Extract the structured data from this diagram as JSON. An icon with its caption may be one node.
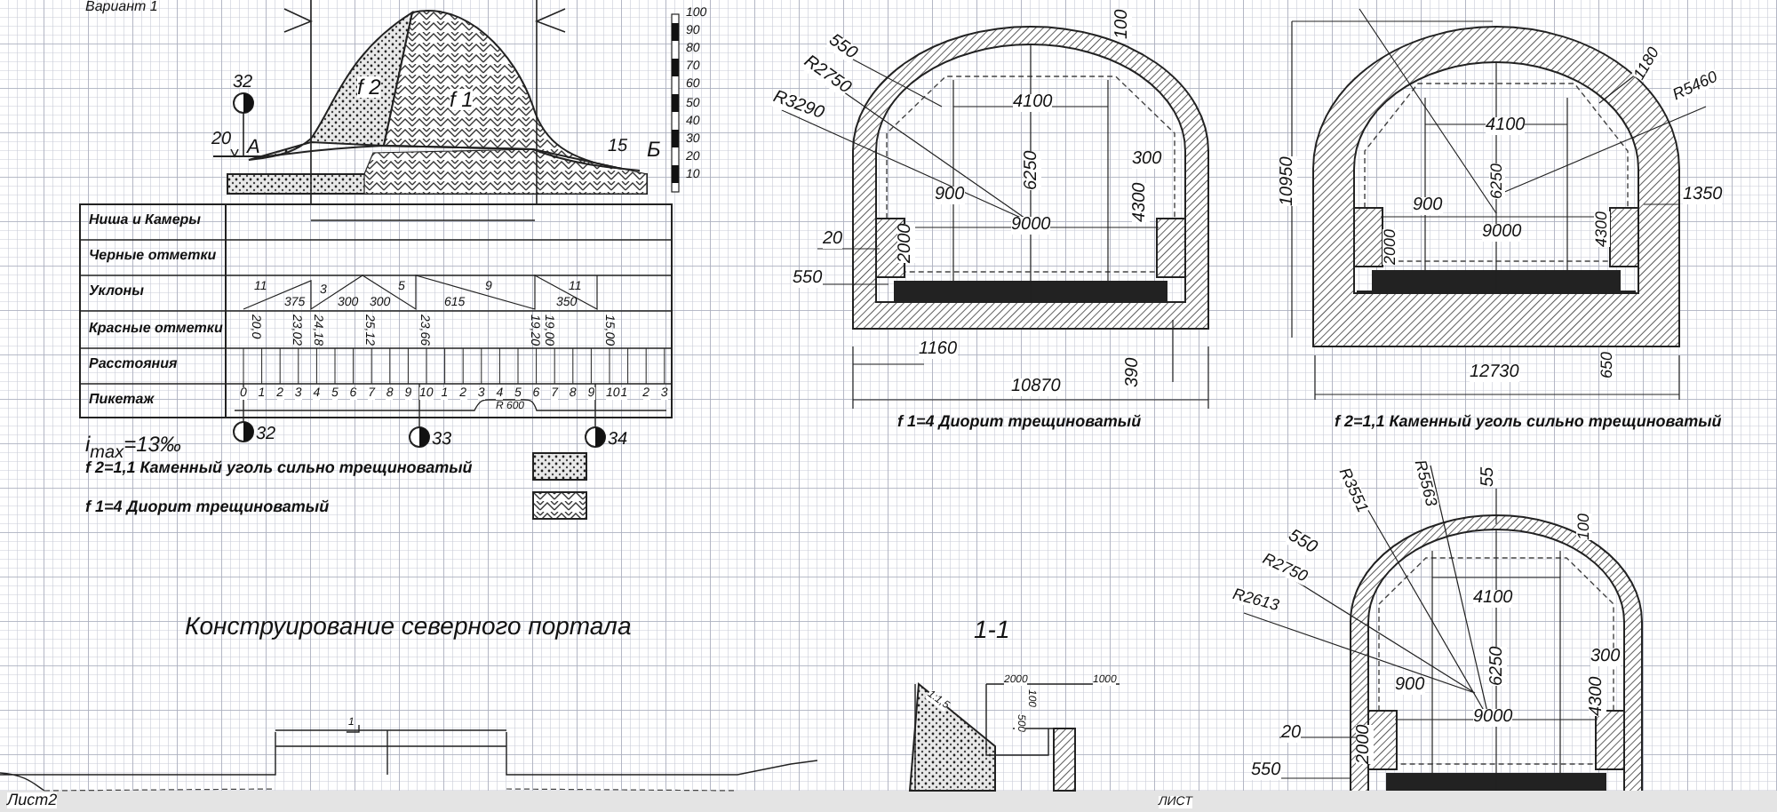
{
  "diagram": {
    "title": "Конструирование северного портала",
    "labels": [
      "Вариант 1",
      "32",
      "20",
      "А",
      "f 2",
      "f 1",
      "15",
      "Б",
      "100",
      "90",
      "80",
      "70",
      "60",
      "50",
      "40",
      "30",
      "20",
      "10",
      "Ниша и Камеры",
      "Черные отметки",
      "Уклоны",
      "Красные отметки",
      "Расстояния",
      "Пикетаж",
      "11",
      "375",
      "3",
      "300",
      "300",
      "5",
      "615",
      "9",
      "11",
      "350",
      "20,0",
      "23,02",
      "24,18",
      "25,12",
      "23,66",
      "19,20",
      "19,00",
      "15,00",
      "0",
      "1",
      "2",
      "3",
      "4",
      "5",
      "6",
      "7",
      "8",
      "9",
      "10",
      "1",
      "2",
      "3",
      "4",
      "5",
      "6",
      "7",
      "8",
      "9",
      "10",
      "1",
      "2",
      "3",
      "R 600",
      "32",
      "33",
      "34",
      "i$_{max}$=13‰",
      "1-1",
      "2000",
      "1000",
      "100",
      "500",
      "1:1,5",
      "1",
      "550",
      "R2750",
      "R3290",
      "4100",
      "6250",
      "300",
      "900",
      "9000",
      "4300",
      "20",
      "2000",
      "550",
      "1160",
      "390",
      "10870",
      "100",
      "f 1=4 Диорит трещиноватый",
      "1180",
      "R5460",
      "4100",
      "6250",
      "900",
      "9000",
      "1350",
      "4300",
      "2000",
      "10950",
      "12730",
      "650",
      "f 2=1,1 Каменный уголь сильно трещиноватый",
      "R3551",
      "R5563",
      "55",
      "100",
      "550",
      "R2750",
      "R2613",
      "4100",
      "6250",
      "300",
      "900",
      "9000",
      "4300",
      "20",
      "2000",
      "550",
      "Лист2",
      "ЛИСТ"
    ],
    "legend": [
      {
        "text": "f 2=1,1 Каменный уголь сильно трещиноватый"
      },
      {
        "text": "f 1=4 Диорит трещиноватый"
      }
    ]
  }
}
